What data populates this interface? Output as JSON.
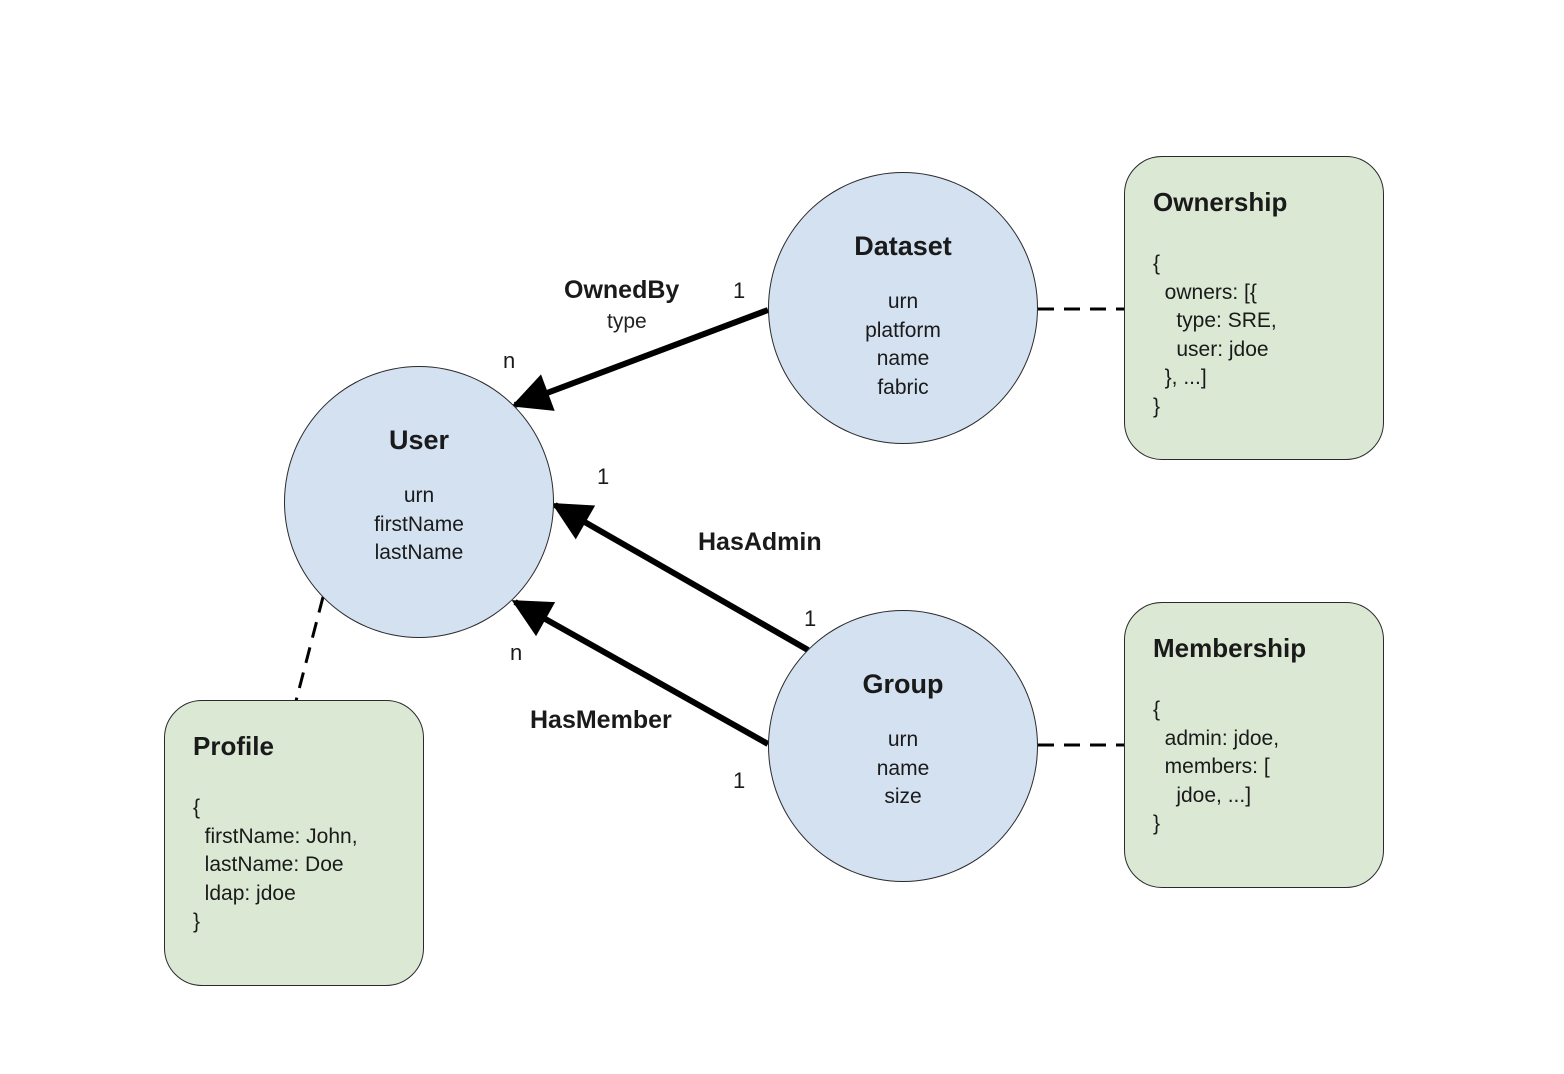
{
  "entities": {
    "dataset": {
      "title": "Dataset",
      "fields": [
        "urn",
        "platform",
        "name",
        "fabric"
      ]
    },
    "user": {
      "title": "User",
      "fields": [
        "urn",
        "firstName",
        "lastName"
      ]
    },
    "group": {
      "title": "Group",
      "fields": [
        "urn",
        "name",
        "size"
      ]
    }
  },
  "aspects": {
    "ownership": {
      "title": "Ownership",
      "body": "{\n  owners: [{\n    type: SRE,\n    user: jdoe\n  }, ...]\n}"
    },
    "membership": {
      "title": "Membership",
      "body": "{\n  admin: jdoe,\n  members: [\n    jdoe, ...]\n}"
    },
    "profile": {
      "title": "Profile",
      "body": "{\n  firstName: John,\n  lastName: Doe\n  ldap: jdoe\n}"
    }
  },
  "relationships": {
    "owned_by": {
      "label": "OwnedBy",
      "sublabel": "type",
      "source_cardinality": "1",
      "target_cardinality": "n"
    },
    "has_admin": {
      "label": "HasAdmin",
      "source_cardinality": "1",
      "target_cardinality": "1"
    },
    "has_member": {
      "label": "HasMember",
      "source_cardinality": "1",
      "target_cardinality": "n"
    }
  },
  "colors": {
    "entity_fill": "#d3e1f1",
    "aspect_fill": "#dbe8d4",
    "stroke": "#000000"
  }
}
